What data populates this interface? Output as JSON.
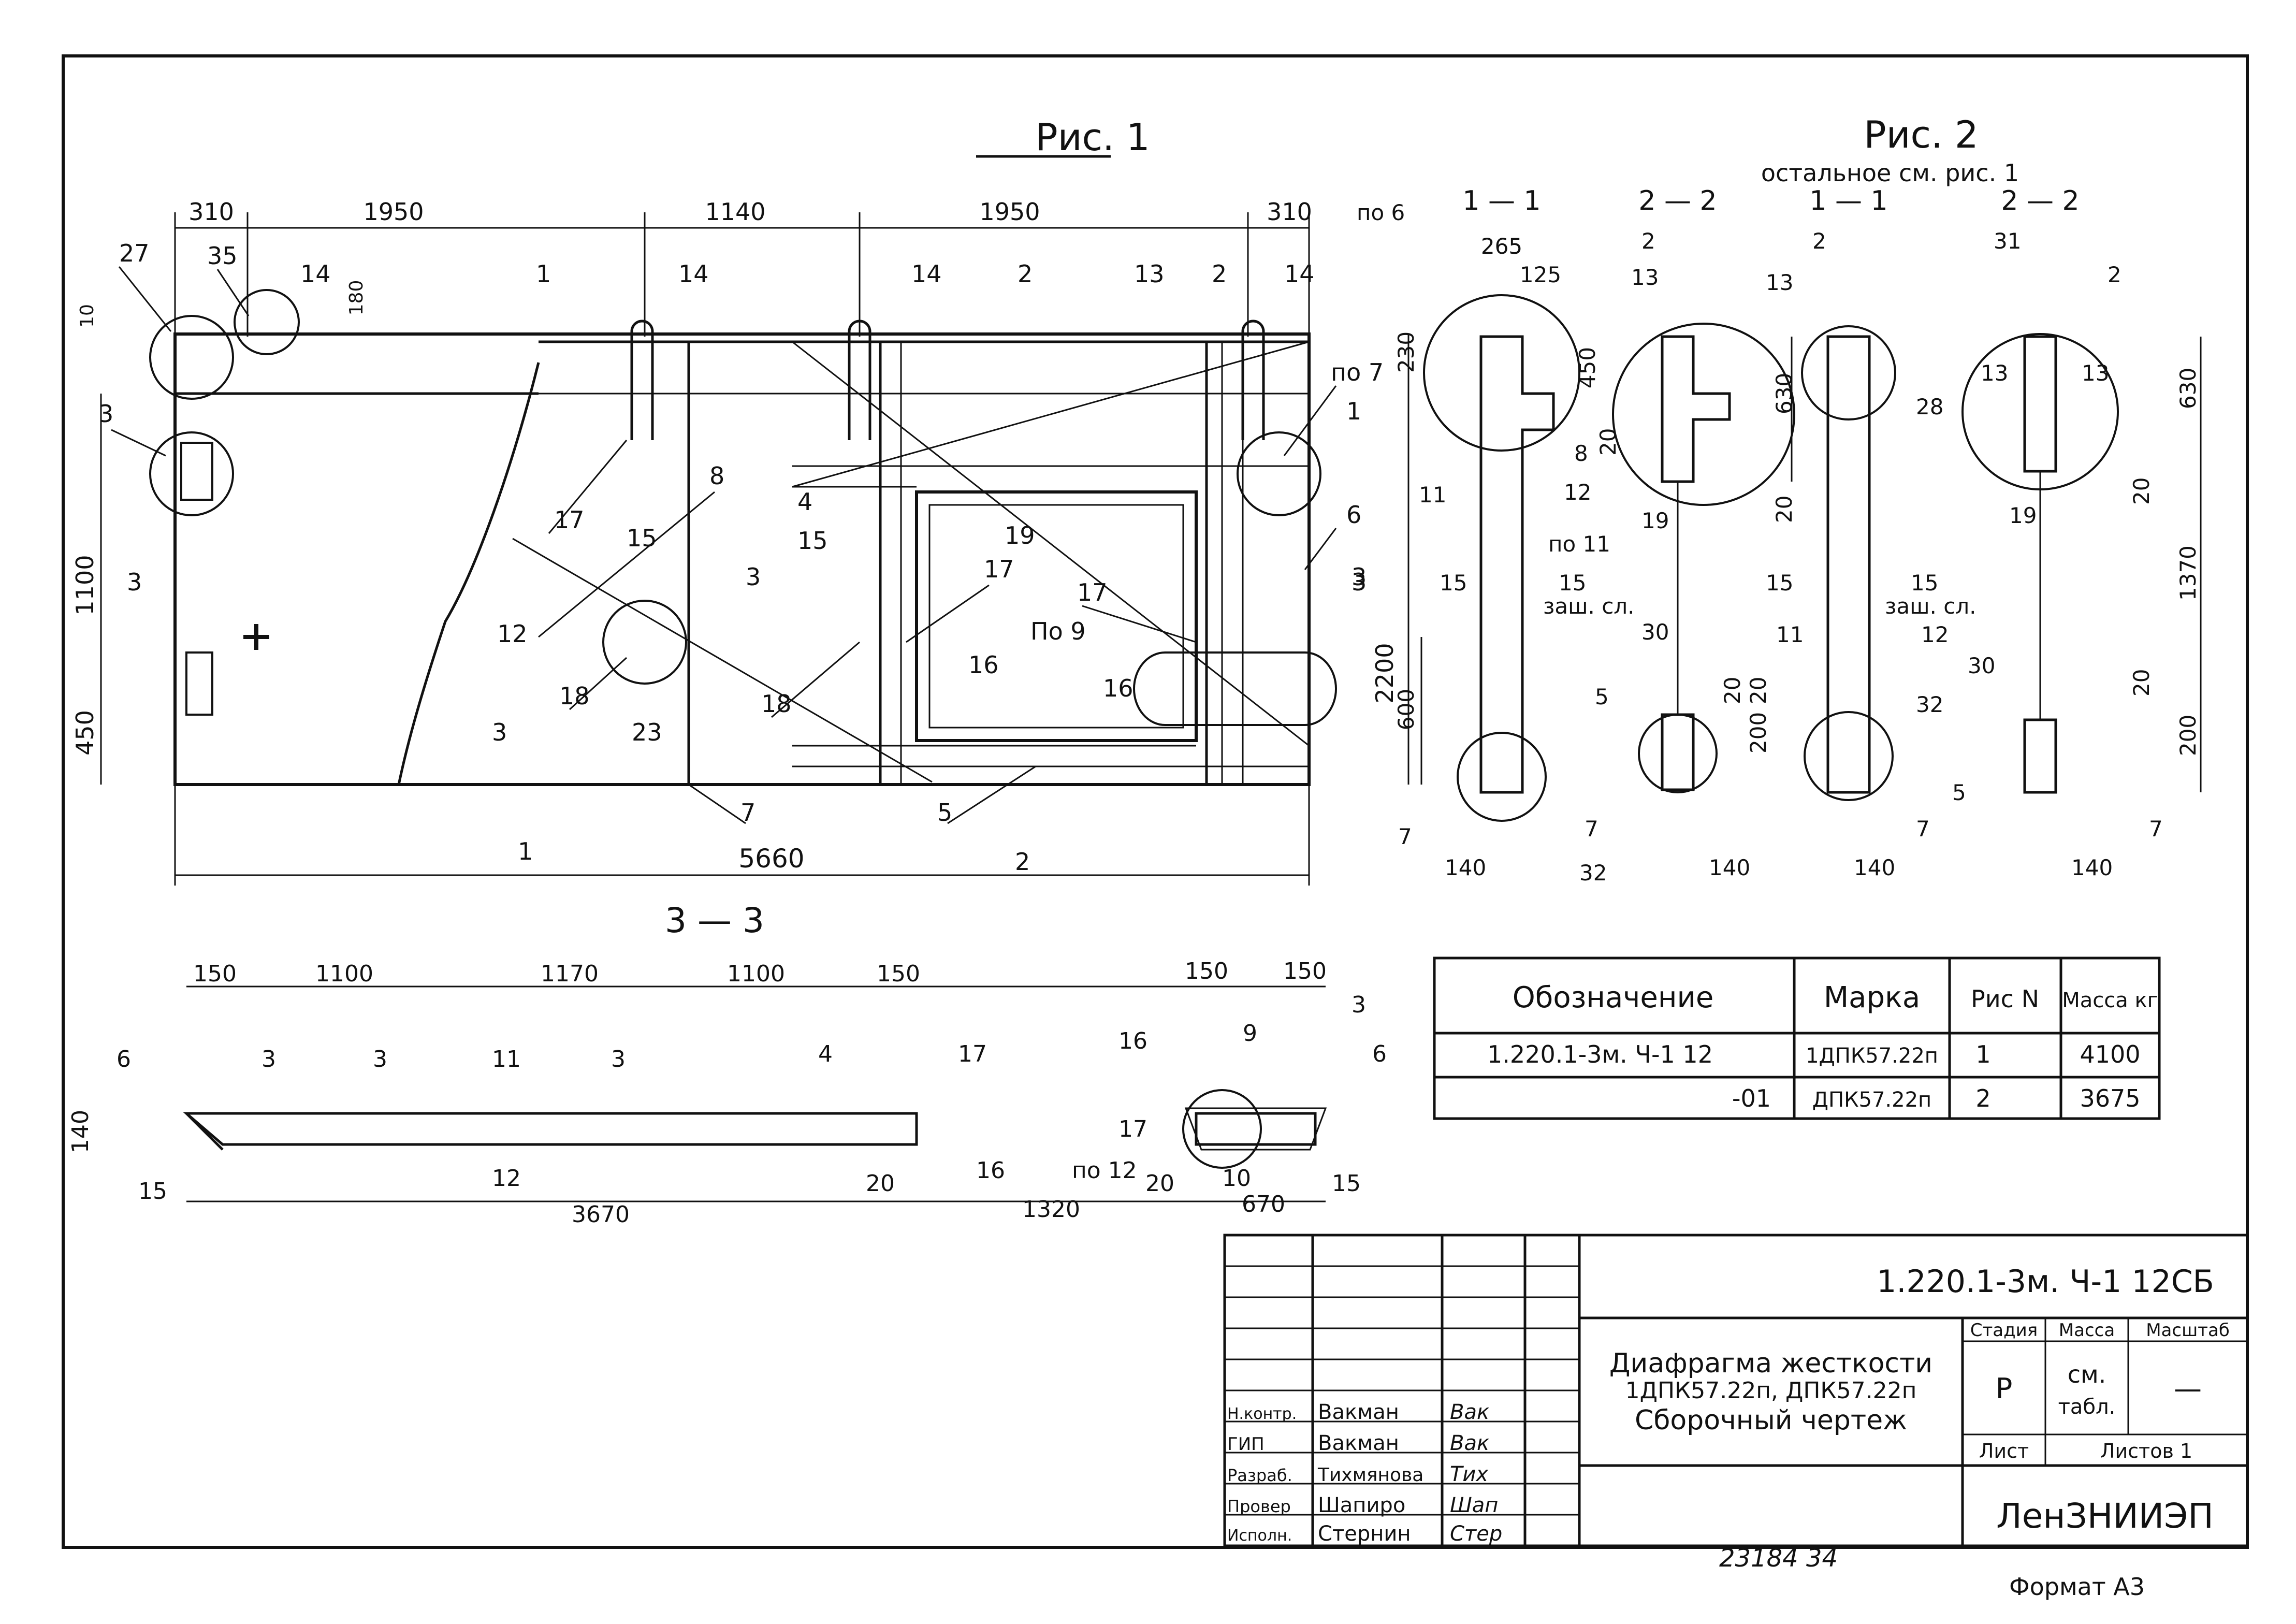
{
  "figures": {
    "fig1_title": "Рис. 1",
    "fig2_title": "Рис. 2",
    "fig2_note": "остальное см. рис. 1",
    "section_33_title": "3 — 3",
    "sec11_a": "1 — 1",
    "sec22_a": "2 — 2",
    "sec11_b": "1 — 1",
    "sec22_b": "2 — 2"
  },
  "fig1": {
    "dims_top": [
      "310",
      "1950",
      "1140",
      "1950",
      "310"
    ],
    "dim_bottom": "5660",
    "dim_right": "2200",
    "dims_left": [
      "1100",
      "450"
    ],
    "dim_10": "10",
    "dim_180": "180",
    "callouts": [
      "27",
      "35",
      "14",
      "14",
      "14",
      "13",
      "2",
      "14",
      "3",
      "по 7",
      "1",
      "6",
      "3",
      "3",
      "17",
      "15",
      "8",
      "12",
      "18",
      "23",
      "3",
      "7",
      "5",
      "4",
      "15",
      "17",
      "16",
      "18",
      "19",
      "17",
      "По 9",
      "16",
      "3"
    ],
    "cut_marks": [
      "1",
      "2",
      "3",
      "3",
      "1",
      "2"
    ]
  },
  "fig2": {
    "s11a": [
      "по 6",
      "265",
      "125",
      "230",
      "450",
      "8",
      "12",
      "11",
      "15",
      "15",
      "600",
      "7",
      "32",
      "140",
      "заш. сл.",
      "по 11"
    ],
    "s22a": [
      "2",
      "13",
      "13",
      "20",
      "19",
      "30",
      "5",
      "7",
      "200",
      "20",
      "140"
    ],
    "s11b": [
      "2",
      "630",
      "28",
      "20",
      "15",
      "11",
      "12",
      "20",
      "32",
      "7",
      "140",
      "15",
      "заш. сл."
    ],
    "s22b": [
      "31",
      "2",
      "13",
      "13",
      "630",
      "20",
      "19",
      "1370",
      "30",
      "20",
      "200",
      "5",
      "7",
      "140"
    ]
  },
  "section33": {
    "dims_top": [
      "150",
      "1100",
      "1170",
      "1100",
      "150",
      "150",
      "150"
    ],
    "dims_bottom": [
      "15",
      "3670",
      "20",
      "1320",
      "20",
      "670",
      "15"
    ],
    "dim_height": "140",
    "callouts": [
      "6",
      "3",
      "3",
      "11",
      "3",
      "4",
      "17",
      "12",
      "16",
      "16",
      "9",
      "3",
      "6",
      "17",
      "по 12",
      "10"
    ]
  },
  "spec_table": {
    "headers": [
      "Обозначение",
      "Марка",
      "Рис N",
      "Масса кг"
    ],
    "rows": [
      [
        "1.220.1-3м. Ч-1 12",
        "1ДПК57.22п",
        "1",
        "4100"
      ],
      [
        "-01",
        "ДПК57.22п",
        "2",
        "3675"
      ]
    ]
  },
  "title_block": {
    "doc_number": "1.220.1-3м. Ч-1 12СБ",
    "title_line1": "Диафрагма жесткости",
    "title_line2": "1ДПК57.22п, ДПК57.22п",
    "title_line3": "Сборочный чертеж",
    "stage_header": "Стадия",
    "mass_header": "Масса",
    "scale_header": "Масштаб",
    "stage_value": "Р",
    "mass_value_1": "см.",
    "mass_value_2": "табл.",
    "scale_value": "—",
    "sheet_label": "Лист",
    "sheets_label": "Листов 1",
    "organization": "ЛенЗНИИЭП",
    "staff": [
      {
        "role": "Н.контр.",
        "name": "Вакман",
        "sign": "Вак"
      },
      {
        "role": "ГИП",
        "name": "Вакман",
        "sign": "Вак"
      },
      {
        "role": "Разраб.",
        "name": "Тихмянова",
        "sign": "Тих"
      },
      {
        "role": "Провер",
        "name": "Шапиро",
        "sign": "Шап"
      },
      {
        "role": "Исполн.",
        "name": "Стернин",
        "sign": "Стер"
      }
    ]
  },
  "footer": {
    "inventory": "23184  34",
    "format": "Формат А3"
  }
}
